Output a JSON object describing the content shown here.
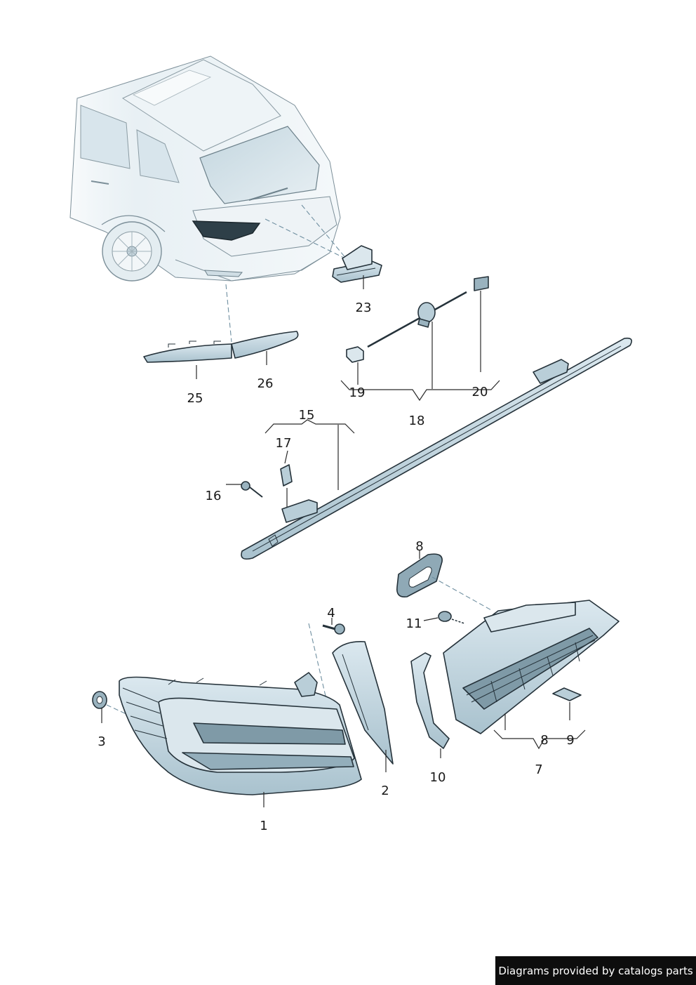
{
  "callouts": {
    "c1": "1",
    "c2": "2",
    "c3": "3",
    "c4": "4",
    "c7": "7",
    "c8a": "8",
    "c8b": "8",
    "c9": "9",
    "c10": "10",
    "c11": "11",
    "c15": "15",
    "c16": "16",
    "c17": "17",
    "c18": "18",
    "c19": "19",
    "c20": "20",
    "c23": "23",
    "c25": "25",
    "c26": "26"
  },
  "footer": {
    "credit": "Diagrams provided by catalogs parts"
  },
  "colors": {
    "part_fill": "#c9dbe4",
    "part_fill_light": "#e3edf2",
    "part_fill_dark": "#8fa9b6",
    "outline": "#25323a",
    "leader_dashed": "#6f8fa0",
    "badge_bg": "#0d0d0d"
  }
}
